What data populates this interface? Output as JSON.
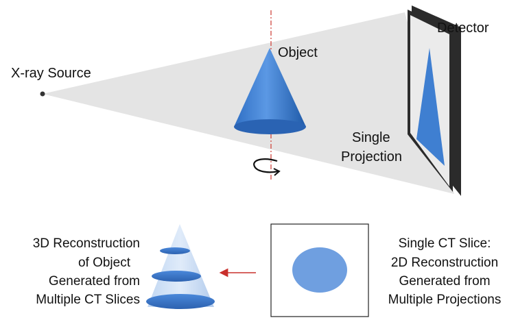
{
  "labels": {
    "source": "X-ray Source",
    "object": "Object",
    "detector": "Detector",
    "projection_line1": "Single",
    "projection_line2": "Projection",
    "recon_line1": "3D Reconstruction",
    "recon_line2": "of Object",
    "recon_line3": "Generated from",
    "recon_line4": "Multiple CT Slices",
    "slice_line1": "Single CT Slice:",
    "slice_line2": "2D Reconstruction",
    "slice_line3": "Generated from",
    "slice_line4": "Multiple Projections"
  },
  "colors": {
    "beam": "#e4e4e4",
    "cone": "#3f7fd1",
    "detector_frame": "#2b2b2b",
    "detector_face": "#e9e9e9",
    "axis": "#d0463e",
    "arrow": "#c9302c",
    "slice_disk": "#6f9fe0"
  },
  "icons": {
    "rotation": "rotation-arrow-icon",
    "pointer": "left-arrow-icon"
  }
}
